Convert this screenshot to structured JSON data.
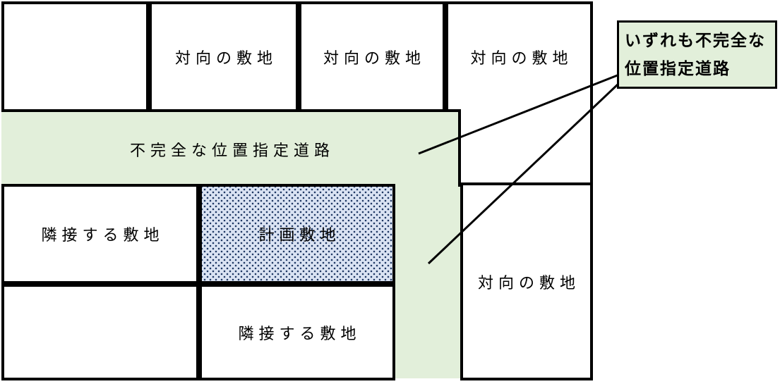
{
  "diagram": {
    "title_none": "",
    "top_row": {
      "box_empty": "",
      "box_opposite_1": "対向の敷地",
      "box_opposite_2": "対向の敷地",
      "box_opposite_3": "対向の敷地"
    },
    "road_horizontal_label": "不完全な位置指定道路",
    "left_block": {
      "adjacent_site_upper": "隣接する敷地",
      "planned_site": "計画敷地",
      "empty_box": "",
      "adjacent_site_lower": "隣接する敷地"
    },
    "right_box_opposite": "対向の敷地",
    "callout": {
      "line1": "いずれも不完全な",
      "line2": "位置指定道路"
    },
    "colors": {
      "road_green": "#e2efda",
      "callout_green": "#e2efda",
      "planned_site_blue": "#dae3f3",
      "planned_site_dot": "#1f3864",
      "border": "#000000"
    }
  }
}
